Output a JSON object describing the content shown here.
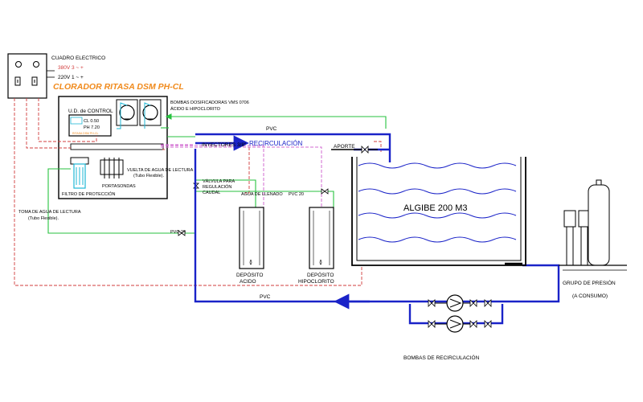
{
  "panel": {
    "title": "CUADRO ELECTRICO",
    "voltage_1": "380V 3 ~ +",
    "voltage_2": "220V 1 ~ +"
  },
  "product_title": "CLORADOR RITASA DSM PH-CL",
  "control_unit": {
    "label": "U.D. de CONTROL",
    "display_1": "CL 0.50",
    "display_2": "PH 7.20",
    "brand": "RITASA DSM PH-CL"
  },
  "labels": {
    "pumps": "BOMBAS DOSIFICADORAS VMS 0706",
    "pumps_sub": "ÁCIDO E HIPOCLORITO",
    "injectors": "INYECTORES 3/8\"",
    "pvc_top": "PVC",
    "recirculation": "RECIRCULACIÓN",
    "aporte": "APORTE",
    "return_water": "VUELTA DE AGUA DE LECTURA",
    "return_water_sub": "(Tubo Flexible).",
    "portasondas": "PORTASONDAS",
    "filter": "FILTRO DE PROTECCIÓN",
    "valve": "VÁLVULA PARA",
    "valve_2": "REGULACIÓN",
    "valve_3": "CAUDAL",
    "fill_water": "AGUA DE LLENADO",
    "pvc20_fill": "PVC 20",
    "intake": "TOMA DE AGUA DE LECTURA",
    "intake_sub": "(Tubo Flexible).",
    "pvc20_intake": "PVC 20",
    "tank": "ALGIBE 200 M3",
    "acid_tank": "DEPÓSITO",
    "acid_tank_2": "ACIDO",
    "hypo_tank": "DEPÓSITO",
    "hypo_tank_2": "HIPOCLORITO",
    "pressure_group": "GRUPO DE PRESIÓN",
    "pressure_group_sub": "(A CONSUMO)",
    "pvc_bottom": "PVC",
    "recirc_pumps": "BOMBAS  DE  RECIRCULACIÓN"
  },
  "colors": {
    "pipe_main": "#1a23c8",
    "pipe_green": "#27c23f",
    "pipe_cyan": "#1fb7d6",
    "electric_red": "#d23c3c",
    "dosing_magenta": "#d26bd2",
    "title_orange": "#f08a1c"
  }
}
